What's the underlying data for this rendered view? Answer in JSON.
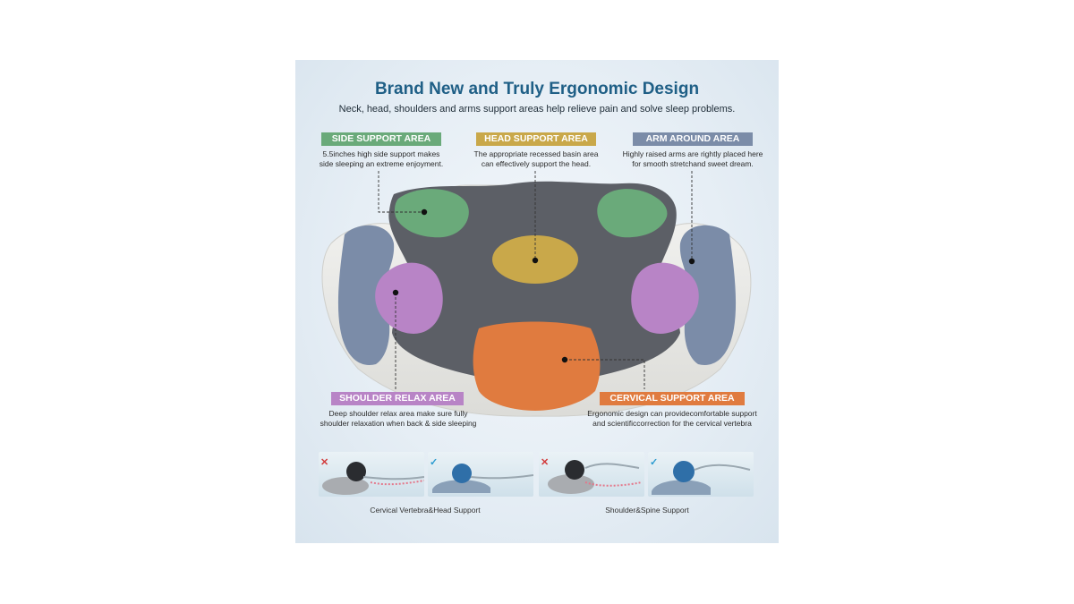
{
  "heading": {
    "title": "Brand New and Truly Ergonomic Design",
    "subtitle": "Neck, head, shoulders and arms support areas help relieve pain and solve sleep problems."
  },
  "areas": {
    "side": {
      "label": "SIDE SUPPORT AREA",
      "line1": "5.5inches high side support makes",
      "line2": "side sleeping an extreme enjoyment.",
      "color": "#6aaa7a"
    },
    "head": {
      "label": "HEAD SUPPORT AREA",
      "line1": "The appropriate recessed basin area",
      "line2": "can effectively support the head.",
      "color": "#c9a84a"
    },
    "arm": {
      "label": "ARM AROUND AREA",
      "line1": "Highly raised arms are rightly placed here",
      "line2": "for smooth stretchand sweet dream.",
      "color": "#7b8ca8"
    },
    "shoulder": {
      "label": "SHOULDER RELAX AREA",
      "line1": "Deep shoulder relax area make sure fully",
      "line2": "shoulder relaxation when back & side sleeping",
      "color": "#b884c6"
    },
    "cervical": {
      "label": "CERVICAL SUPPORT AREA",
      "line1": "Ergonomic design can providecomfortable support",
      "line2": "and scientificcorrection for the cervical vertebra",
      "color": "#e07b3f"
    }
  },
  "comparisons": {
    "left_caption": "Cervical Vertebra&Head Support",
    "right_caption": "Shoulder&Spine Support",
    "wrong_mark": "✕",
    "right_mark": "✓"
  }
}
